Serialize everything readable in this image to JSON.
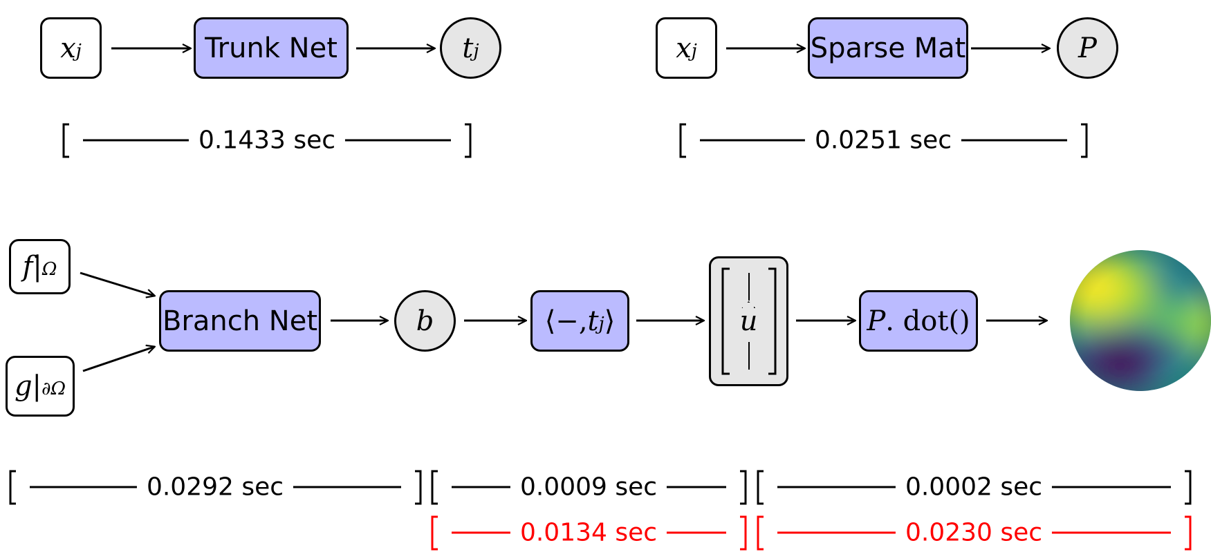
{
  "colors": {
    "process": "#bbbbff",
    "terminal": "#e6e6e6",
    "line": "#000000",
    "accent": "#ff0000"
  },
  "top_left": {
    "input": {
      "var": "x",
      "sub": "j"
    },
    "process": "Trunk Net",
    "output": {
      "var": "t",
      "sub": "j"
    },
    "timing": "0.1433 sec"
  },
  "top_right": {
    "input": {
      "var": "x",
      "sub": "j"
    },
    "process": "Sparse Mat",
    "output": {
      "var": "P"
    },
    "timing": "0.0251 sec"
  },
  "pipeline": {
    "input_f": {
      "var": "f",
      "sub": "Ω"
    },
    "input_g": {
      "var": "g",
      "sub": "∂Ω"
    },
    "branch": "Branch Net",
    "coeff": "b",
    "inner": {
      "open": "⟨−, ",
      "var": "t",
      "sub": "j",
      "close": "⟩"
    },
    "vector": "u",
    "apply": {
      "var": "P",
      "method": ". dot()"
    },
    "output_icon": "colormap-disk-icon"
  },
  "timings": {
    "branch": "0.0292 sec",
    "inner": "0.0009 sec",
    "inner_red": "0.0134 sec",
    "apply": "0.0002 sec",
    "apply_red": "0.0230 sec"
  }
}
